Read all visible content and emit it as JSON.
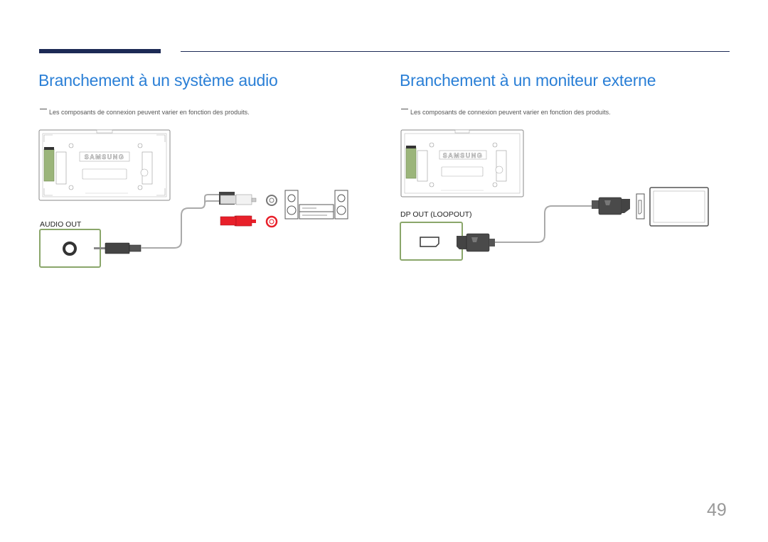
{
  "page": {
    "number": "49"
  },
  "colors": {
    "heading": "#2a7fd6",
    "rule": "#1c2a55",
    "port_highlight": "#8aa66a",
    "red_cable": "#e8202a"
  },
  "sections": [
    {
      "title": "Branchement à un système audio",
      "note": "Les composants de connexion peuvent varier en fonction des produits.",
      "port_label": "AUDIO OUT",
      "display_logo": "SAMSUNG",
      "icons": [
        "display-rear-icon",
        "audio-jack-icon",
        "rca-cable-icon",
        "stereo-system-icon"
      ]
    },
    {
      "title": "Branchement à un moniteur externe",
      "note": "Les composants de connexion peuvent varier en fonction des produits.",
      "port_label": "DP OUT (LOOPOUT)",
      "display_logo": "SAMSUNG",
      "icons": [
        "display-rear-icon",
        "displayport-icon",
        "dp-cable-icon",
        "external-monitor-icon"
      ]
    }
  ]
}
